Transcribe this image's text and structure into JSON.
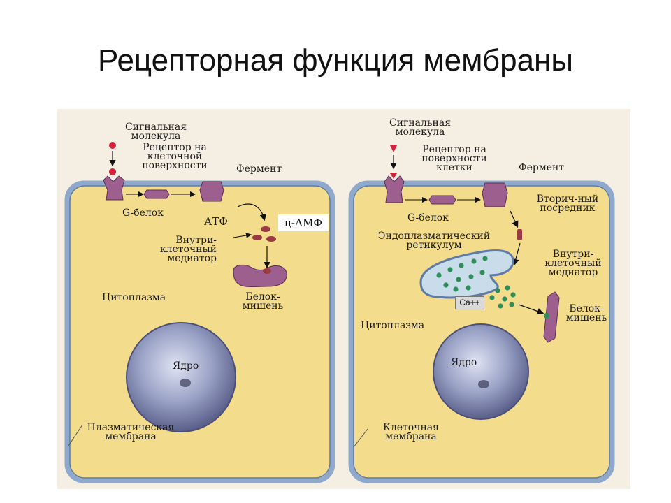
{
  "title": "Рецепторная функция мембраны",
  "left_cell": {
    "signal_molecule": "Сигнальная молекула",
    "receptor": "Рецептор на клеточной поверхности",
    "enzyme": "Фермент",
    "g_protein": "G-белок",
    "atp": "АТФ",
    "camp": "ц-АМФ",
    "mediator": "Внутри-клеточный медиатор",
    "target_protein": "Белок-мишень",
    "cytoplasm": "Цитоплазма",
    "nucleus": "Ядро",
    "membrane": "Плазматическая мембрана"
  },
  "right_cell": {
    "signal_molecule": "Сигнальная молекула",
    "receptor": "Рецептор на поверхности клетки",
    "enzyme": "Фермент",
    "g_protein": "G-белок",
    "secondary_messenger": "Вторич-ный посредник",
    "er": "Эндоплазматический ретикулум",
    "mediator": "Внутри-клеточный медиатор",
    "calcium": "Ca++",
    "target_protein": "Белок-мишень",
    "cytoplasm": "Цитоплазма",
    "nucleus": "Ядро",
    "membrane": "Клеточная мембрана"
  },
  "colors": {
    "cytoplasm": "#f3dc8c",
    "membrane_outer": "#8ea9cc",
    "membrane_inner": "#5e7ba8",
    "protein": "#9c5f8e",
    "nucleus": "#8c93ba",
    "er": "#c9dcea",
    "dot": "#2e8f5a",
    "signal": "#d4203a"
  }
}
